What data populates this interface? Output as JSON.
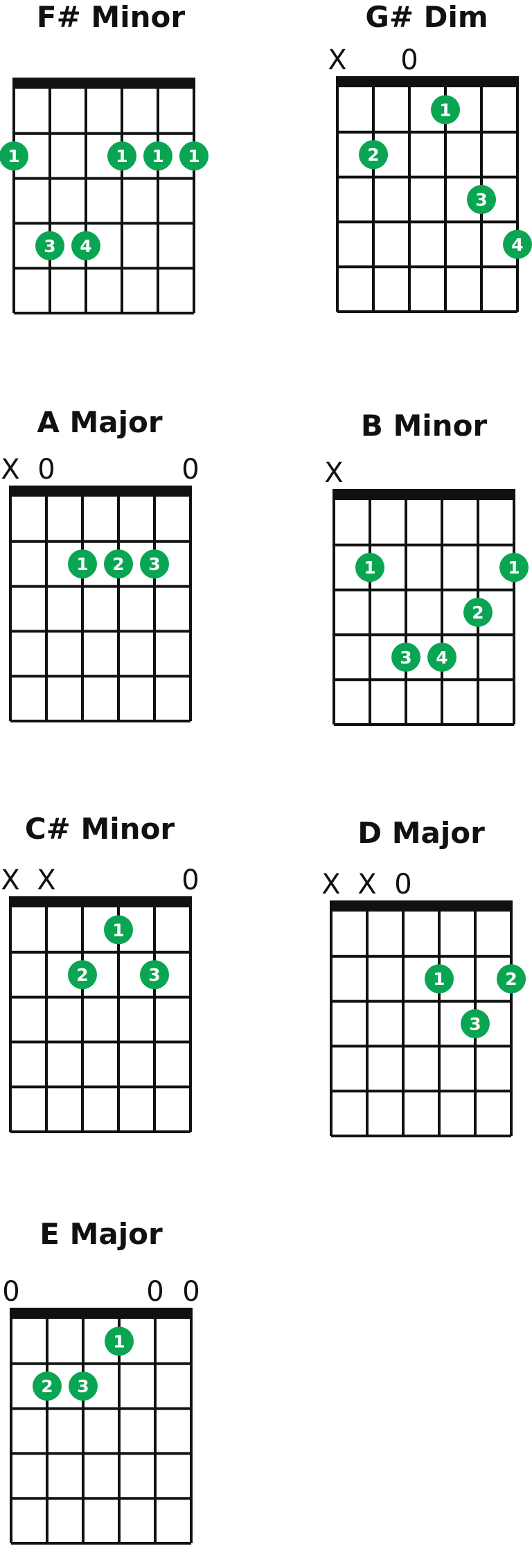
{
  "colors": {
    "dot": "#0aa552",
    "line": "#111111",
    "nut": "#111111"
  },
  "chords": [
    {
      "name": "F# Minor",
      "string_marks": [
        "",
        "",
        "",
        "",
        "",
        ""
      ],
      "dots": [
        {
          "string": 1,
          "fret": 2,
          "finger": "1"
        },
        {
          "string": 4,
          "fret": 2,
          "finger": "1"
        },
        {
          "string": 5,
          "fret": 2,
          "finger": "1"
        },
        {
          "string": 6,
          "fret": 2,
          "finger": "1"
        },
        {
          "string": 2,
          "fret": 4,
          "finger": "3"
        },
        {
          "string": 3,
          "fret": 4,
          "finger": "4"
        }
      ]
    },
    {
      "name": "G# Dim",
      "string_marks": [
        "X",
        "",
        "0",
        "",
        "",
        ""
      ],
      "dots": [
        {
          "string": 4,
          "fret": 1,
          "finger": "1"
        },
        {
          "string": 2,
          "fret": 2,
          "finger": "2"
        },
        {
          "string": 5,
          "fret": 3,
          "finger": "3"
        },
        {
          "string": 6,
          "fret": 4,
          "finger": "4"
        }
      ]
    },
    {
      "name": "A Major",
      "string_marks": [
        "X",
        "0",
        "",
        "",
        "",
        "0"
      ],
      "dots": [
        {
          "string": 3,
          "fret": 2,
          "finger": "1"
        },
        {
          "string": 4,
          "fret": 2,
          "finger": "2"
        },
        {
          "string": 5,
          "fret": 2,
          "finger": "3"
        }
      ]
    },
    {
      "name": "B Minor",
      "string_marks": [
        "X",
        "",
        "",
        "",
        "",
        ""
      ],
      "dots": [
        {
          "string": 2,
          "fret": 2,
          "finger": "1"
        },
        {
          "string": 6,
          "fret": 2,
          "finger": "1"
        },
        {
          "string": 5,
          "fret": 3,
          "finger": "2"
        },
        {
          "string": 3,
          "fret": 4,
          "finger": "3"
        },
        {
          "string": 4,
          "fret": 4,
          "finger": "4"
        }
      ]
    },
    {
      "name": "C# Minor",
      "string_marks": [
        "X",
        "X",
        "",
        "",
        "",
        "0"
      ],
      "dots": [
        {
          "string": 4,
          "fret": 1,
          "finger": "1"
        },
        {
          "string": 3,
          "fret": 2,
          "finger": "2"
        },
        {
          "string": 5,
          "fret": 2,
          "finger": "3"
        }
      ]
    },
    {
      "name": "D Major",
      "string_marks": [
        "X",
        "X",
        "0",
        "",
        "",
        ""
      ],
      "dots": [
        {
          "string": 4,
          "fret": 2,
          "finger": "1"
        },
        {
          "string": 6,
          "fret": 2,
          "finger": "2"
        },
        {
          "string": 5,
          "fret": 3,
          "finger": "3"
        }
      ]
    },
    {
      "name": "E Major",
      "string_marks": [
        "0",
        "",
        "",
        "",
        "0",
        "0"
      ],
      "dots": [
        {
          "string": 4,
          "fret": 1,
          "finger": "1"
        },
        {
          "string": 2,
          "fret": 2,
          "finger": "2"
        },
        {
          "string": 3,
          "fret": 2,
          "finger": "3"
        }
      ]
    }
  ]
}
